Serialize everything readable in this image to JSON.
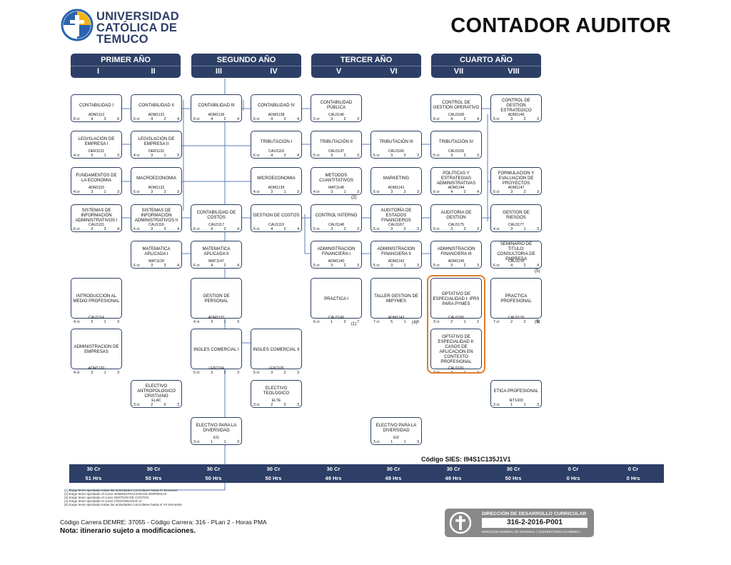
{
  "header": {
    "university_lines": [
      "UNIVERSIDAD",
      "CATÓLICA DE",
      "TEMUCO"
    ],
    "title": "CONTADOR AUDITOR"
  },
  "years": [
    {
      "name": "PRIMER AÑO",
      "sem_a": "I",
      "sem_b": "II"
    },
    {
      "name": "SEGUNDO AÑO",
      "sem_a": "III",
      "sem_b": "IV"
    },
    {
      "name": "TERCER AÑO",
      "sem_a": "V",
      "sem_b": "VI"
    },
    {
      "name": "CUARTO AÑO",
      "sem_a": "VII",
      "sem_b": "VIII"
    }
  ],
  "courses": [
    {
      "name": "CONTABILIDAD I",
      "code": "ADM1113",
      "cr": "8 cr",
      "h1": "4",
      "h2": "3",
      "h3": "6"
    },
    {
      "name": "CONTABILIDAD II",
      "code": "ADM1131",
      "cr": "6 cr",
      "h1": "4",
      "h2": "2",
      "h3": "4"
    },
    {
      "name": "CONTABILIDAD III",
      "code": "ADM1136",
      "cr": "6 cr",
      "h1": "4",
      "h2": "2",
      "h3": "4"
    },
    {
      "name": "CONTABILIDAD IV",
      "code": "ADM1138",
      "cr": "6 cr",
      "h1": "4",
      "h2": "2",
      "h3": "4"
    },
    {
      "name": "CONTABILIDAD PÚBLICA",
      "code": "CAU1146",
      "cr": "5 cr",
      "h1": "3",
      "h2": "2",
      "h3": "3"
    },
    {
      "name": "CONTROL DE GESTION OPERATIVO",
      "code": "CAU1168",
      "cr": "6 cr",
      "h1": "4",
      "h2": "2",
      "h3": "4"
    },
    {
      "name": "CONTROL DE GESTION ESTRATEGICO",
      "code": "ADM1146",
      "cr": "5 cr",
      "h1": "3",
      "h2": "2",
      "h3": "3"
    },
    {
      "name": "LEGISLACIÓN DE EMPRESA I",
      "code": "DER1131",
      "cr": "4 cr",
      "h1": "3",
      "h2": "1",
      "h3": "3"
    },
    {
      "name": "LEGISLACIÓN DE EMPRESA II",
      "code": "DER1132",
      "cr": "4 cr",
      "h1": "3",
      "h2": "1",
      "h3": "3"
    },
    {
      "name": "TRIBUTACIÓN I",
      "code": "CAU1118",
      "cr": "6 cr",
      "h1": "4",
      "h2": "2",
      "h3": "4"
    },
    {
      "name": "TRIBUTACIÓN II",
      "code": "CAU1147",
      "cr": "5 cr",
      "h1": "3",
      "h2": "2",
      "h3": "3"
    },
    {
      "name": "TRIBUTACIÓN III",
      "code": "CAU1166",
      "cr": "5 cr",
      "h1": "3",
      "h2": "2",
      "h3": "3"
    },
    {
      "name": "TRIBUTACIÓN IV",
      "code": "CAU1169",
      "cr": "5 cr",
      "h1": "3",
      "h2": "2",
      "h3": "3"
    },
    {
      "name": "FUNDAMENTOS DE LA ECONOMIA",
      "code": "ADM1115",
      "cr": "4 cr",
      "h1": "3",
      "h2": "1",
      "h3": "3"
    },
    {
      "name": "MACROECONOMIA",
      "code": "ADM1132",
      "cr": "5 cr",
      "h1": "3",
      "h2": "2",
      "h3": "3"
    },
    {
      "name": "MICROECONOMIA",
      "code": "ADM1139",
      "cr": "4 cr",
      "h1": "3",
      "h2": "1",
      "h3": "3"
    },
    {
      "name": "METODOS CUANTITATIVOS",
      "code": "MAT1148",
      "cr": "4 cr",
      "h1": "3",
      "h2": "1",
      "h3": "3"
    },
    {
      "name": "MARKETING",
      "code": "ADM1141",
      "cr": "5 cr",
      "h1": "3",
      "h2": "2",
      "h3": "3"
    },
    {
      "name": "POLITICAS Y ESTRATEGIAS ADMINISTRATIVAS",
      "code": "ADM1144",
      "cr": "6 cr",
      "h1": "4",
      "h2": "2",
      "h3": "4"
    },
    {
      "name": "FORMULACION Y EVALUACION DE PROYECTOS",
      "code": "ADM1147",
      "cr": "5 cr",
      "h1": "3",
      "h2": "2",
      "h3": "3"
    },
    {
      "name": "SISTEMAS DE INFORMACIÓN ADMINISTRATIVOS I",
      "code": "CAU1115",
      "cr": "6 cr",
      "h1": "3",
      "h2": "3",
      "h3": "4"
    },
    {
      "name": "SISTEMAS DE INFORMACIÓN ADMINISTRATIVOS II",
      "code": "CAU1116",
      "cr": "6 cr",
      "h1": "3",
      "h2": "3",
      "h3": "4"
    },
    {
      "name": "CONTABILIDAD DE COSTOS",
      "code": "CAU1117",
      "cr": "6 cr",
      "h1": "4",
      "h2": "2",
      "h3": "4"
    },
    {
      "name": "GESTION DE COSTOS",
      "code": "CAU1119",
      "cr": "6 cr",
      "h1": "4",
      "h2": "2",
      "h3": "4"
    },
    {
      "name": "CONTROL INTERNO",
      "code": "CAU1148",
      "cr": "5 cr",
      "h1": "3",
      "h2": "2",
      "h3": "3"
    },
    {
      "name": "AUDITORÍA DE ESTADOS FINANCIEROS",
      "code": "CAU1167",
      "cr": "5 cr",
      "h1": "3",
      "h2": "2",
      "h3": "3"
    },
    {
      "name": "AUDITORIA DE GESTION",
      "code": "CAU1175",
      "cr": "5 cr",
      "h1": "3",
      "h2": "2",
      "h3": "3"
    },
    {
      "name": "GESTION DE RIESGOS",
      "code": "CAU1177",
      "cr": "4 cr",
      "h1": "3",
      "h2": "1",
      "h3": "3"
    },
    {
      "name": "MATEMATICA APLICADA I",
      "code": "MAT1139",
      "cr": "6 cr",
      "h1": "3",
      "h2": "3",
      "h3": "4"
    },
    {
      "name": "MATEMATICA APLICADA II",
      "code": "MAT1147",
      "cr": "6 cr",
      "h1": "4",
      "h2": "2",
      "h3": "4"
    },
    {
      "name": "ADMINISTRACION FINANCIERA I",
      "code": "ADM1140",
      "cr": "5 cr",
      "h1": "3",
      "h2": "2",
      "h3": "3"
    },
    {
      "name": "ADMINISTRACION FINANCIERA II",
      "code": "ADM1142",
      "cr": "5 cr",
      "h1": "3",
      "h2": "2",
      "h3": "3"
    },
    {
      "name": "ADMINISTRACION FINANCIERA III",
      "code": "ADM1145",
      "cr": "5 cr",
      "h1": "3",
      "h2": "2",
      "h3": "3"
    },
    {
      "name": "SEMINARIO DE TITULO: CONSULTORIA DE EMPRESA",
      "code": "CAU1178",
      "cr": "6 cr",
      "h1": "4",
      "h2": "2",
      "h3": "4"
    },
    {
      "name": "INTRODUCCION AL MEDIO PROFESIONAL",
      "code": "CAU1114",
      "cr": "4 cr",
      "h1": "3",
      "h2": "1",
      "h3": "3"
    },
    {
      "name": "GESTION DE PERSONAL",
      "code": "ADM1137",
      "cr": "4 cr",
      "h1": "3",
      "h2": "1",
      "h3": "3"
    },
    {
      "name": "PRACTICA I",
      "code": "CAU1149",
      "cr": "6 cr",
      "h1": "1",
      "h2": "2",
      "h3": "7"
    },
    {
      "name": "TALLER GESTION DE MIPYMES",
      "code": "ADM1143",
      "cr": "7 cr",
      "h1": "5",
      "h2": "1",
      "h3": "6"
    },
    {
      "name": "OPTATIVO DE ESPECIALIDAD I: IFRS PARA PYMES",
      "code": "CAU1180",
      "cr": "3 cr",
      "h1": "2",
      "h2": "1",
      "h3": "2"
    },
    {
      "name": "PRACTICA PROFESIONAL",
      "code": "CAU1179",
      "cr": "7 cr",
      "h1": "2",
      "h2": "2",
      "h3": "8"
    },
    {
      "name": "ADMINISTRACION DE EMPRESAS",
      "code": "ADM1130",
      "cr": "4 cr",
      "h1": "3",
      "h2": "1",
      "h3": "3"
    },
    {
      "name": "INGLES COMERCIAL I",
      "code": "LEN1104",
      "cr": "5 cr",
      "h1": "3",
      "h2": "2",
      "h3": "3"
    },
    {
      "name": "INGLES COMERCIAL II",
      "code": "LEN1105",
      "cr": "5 cr",
      "h1": "3",
      "h2": "2",
      "h3": "3"
    },
    {
      "name": "OPTATIVO DE ESPECIALIDAD II: CASOS DE APLICACIÓN EN CONTEXTO PROFESIONAL",
      "code": "CAU1181",
      "cr": "3 cr",
      "h1": "2",
      "h2": "1",
      "h3": "2"
    },
    {
      "name": "ELECTIVO ANTROPOLOGICO CRISTIANO",
      "code": "ELAC",
      "cr": "3 cr",
      "h1": "2",
      "h2": "0",
      "h3": "3"
    },
    {
      "name": "ELECTIVO TEOLOGICO",
      "code": "ELTE",
      "cr": "3 cr",
      "h1": "2",
      "h2": "0",
      "h3": "3"
    },
    {
      "name": "ETICA PROFESIONAL",
      "code": "IET1433",
      "cr": "3 cr",
      "h1": "1",
      "h2": "1",
      "h3": "3"
    },
    {
      "name": "ELECTIVO PARA LA DIVERSIDAD",
      "code": "EI1",
      "cr": "3 cr",
      "h1": "1",
      "h2": "1",
      "h3": "3"
    },
    {
      "name": "ELECTIVO PARA LA DIVERSIDAD",
      "code": "EI2",
      "cr": "3 cr",
      "h1": "1",
      "h2": "1",
      "h3": "3"
    }
  ],
  "footnote_marks": [
    "(2)",
    "(5)",
    "(1)",
    "(4)",
    "(5)"
  ],
  "sies_code": "Código SIES: I94S1C135J1V1",
  "totals": [
    {
      "cr": "30 Cr",
      "hrs": "51 Hrs"
    },
    {
      "cr": "30 Cr",
      "hrs": "50 Hrs"
    },
    {
      "cr": "30 Cr",
      "hrs": "50 Hrs"
    },
    {
      "cr": "30 Cr",
      "hrs": "50 Hrs"
    },
    {
      "cr": "30 Cr",
      "hrs": "49 Hrs"
    },
    {
      "cr": "30 Cr",
      "hrs": "49 Hrs"
    },
    {
      "cr": "30 Cr",
      "hrs": "49 Hrs"
    },
    {
      "cr": "30 Cr",
      "hrs": "50 Hrs"
    },
    {
      "cr": "0 Cr",
      "hrs": "0 Hrs"
    },
    {
      "cr": "0 Cr",
      "hrs": "0 Hrs"
    }
  ],
  "notes": [
    "(1) Exige tener aprobado todas las actividades curriculares hasta IV Semestre",
    "(2) Exige tener aprobado el curso ADMINISTRACION DE EMPRESAS",
    "(3) Exige tener aprobado el curso GESTION DE COSTOS",
    "(4) Exige tener aprobado el curso CONTABILIDAD IV",
    "(5) Exige tener aprobado todas las actividades curriculares hasta el VII Semestre"
  ],
  "carrera_line": "Código Carrera DEMRE: 37055 - Código Carrera: 316 - PLan 2 - Horas PMA",
  "nota": "Nota: itinerario sujeto a modificaciones.",
  "stamp": {
    "title": "DIRECCIÓN DE DESARROLLO CURRICULAR",
    "code": "316-2-2016-P001",
    "subtitle": "DIRECCIÓN GENERAL DE DOCENCIA | VICERRECTORÍA ACADÉMICA"
  },
  "colors": {
    "navy": "#2d3f66",
    "orange": "#e07b2a",
    "logo_yellow": "#f2b418",
    "logo_blue": "#2b63ad"
  }
}
